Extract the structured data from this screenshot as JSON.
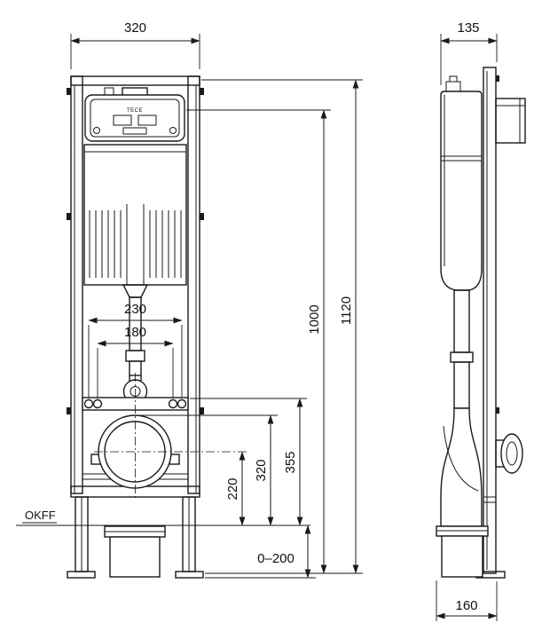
{
  "drawing": {
    "floor_label": "OKFF",
    "actuator_logo": "TECE"
  },
  "front_view": {
    "dim_width": "320",
    "dim_bolt_outer": "230",
    "dim_bolt_inner": "180",
    "dim_total_height": "1120",
    "dim_height_1000": "1000",
    "dim_355": "355",
    "dim_320": "320",
    "dim_220": "220",
    "dim_adjust": "0–200"
  },
  "side_view": {
    "dim_depth_top": "135",
    "dim_depth_bottom": "160"
  }
}
